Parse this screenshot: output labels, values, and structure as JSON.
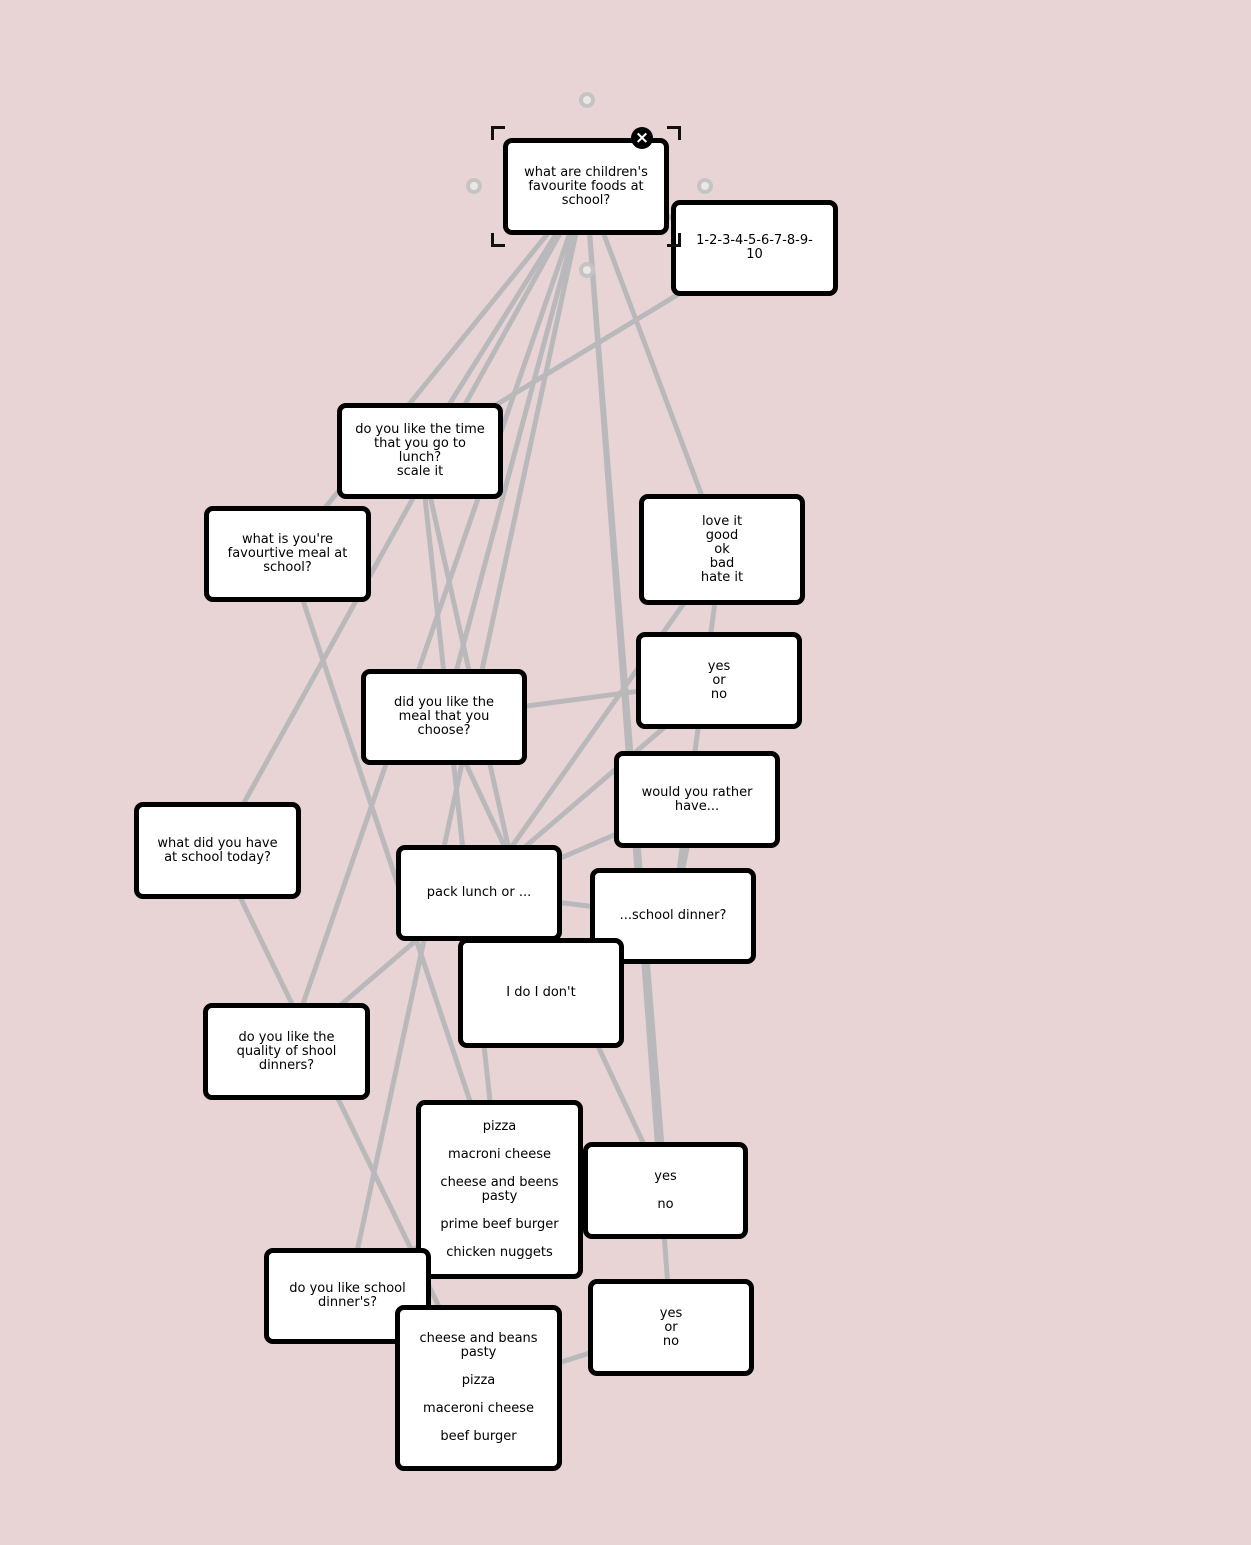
{
  "colors": {
    "background": "#e9d4d5",
    "edge": "#b9b9bc",
    "node_border": "#000000",
    "node_fill": "#ffffff",
    "handle": "#c4c4c4"
  },
  "nodes": [
    {
      "id": "root",
      "lines": [
        "what are children's favourite foods at school?"
      ],
      "selected": true
    },
    {
      "id": "scale10",
      "lines": [
        "1-2-3-4-5-6-7-8-9-10"
      ]
    },
    {
      "id": "time",
      "lines": [
        "do you like the time that you go to lunch?",
        "scale it"
      ]
    },
    {
      "id": "favmeal",
      "lines": [
        "what is you're favourtive meal at school?"
      ]
    },
    {
      "id": "loveit",
      "lines": [
        "love it",
        "good",
        "ok",
        "bad",
        "hate it"
      ]
    },
    {
      "id": "yesorno1",
      "lines": [
        "yes",
        "or",
        "no"
      ]
    },
    {
      "id": "didlike",
      "lines": [
        "did you like the meal that you choose?"
      ]
    },
    {
      "id": "rather",
      "lines": [
        "would you rather have..."
      ]
    },
    {
      "id": "today",
      "lines": [
        "what did you have at school today?"
      ]
    },
    {
      "id": "pack",
      "lines": [
        "pack lunch or ..."
      ]
    },
    {
      "id": "schooldinner",
      "lines": [
        "...school dinner?"
      ]
    },
    {
      "id": "idoidont",
      "lines": [
        "I do I don't"
      ]
    },
    {
      "id": "quality",
      "lines": [
        "do you like the quality of shool dinners?"
      ]
    },
    {
      "id": "foods1",
      "lines": [
        "pizza",
        "",
        "macroni cheese",
        "",
        "cheese and beens pasty",
        "",
        "prime beef burger",
        "",
        "chicken nuggets"
      ]
    },
    {
      "id": "yesno2",
      "lines": [
        "yes",
        "",
        "no"
      ]
    },
    {
      "id": "likedinners",
      "lines": [
        "do you like school dinner's?"
      ]
    },
    {
      "id": "foods2",
      "lines": [
        "cheese and beans pasty",
        "",
        "pizza",
        "",
        "maceroni cheese",
        "",
        "beef burger"
      ]
    },
    {
      "id": "yesorno3",
      "lines": [
        "yes",
        "or",
        "no"
      ]
    }
  ],
  "edges": [
    [
      "root",
      "scale10"
    ],
    [
      "root",
      "time"
    ],
    [
      "root",
      "favmeal"
    ],
    [
      "root",
      "today"
    ],
    [
      "root",
      "didlike"
    ],
    [
      "root",
      "quality"
    ],
    [
      "root",
      "likedinners"
    ],
    [
      "root",
      "loveit"
    ],
    [
      "root",
      "yesno2"
    ],
    [
      "root",
      "yesorno3"
    ],
    [
      "scale10",
      "time"
    ],
    [
      "time",
      "foods1"
    ],
    [
      "time",
      "idoidont"
    ],
    [
      "favmeal",
      "foods1"
    ],
    [
      "loveit",
      "pack"
    ],
    [
      "loveit",
      "schooldinner"
    ],
    [
      "yesorno1",
      "didlike"
    ],
    [
      "yesorno1",
      "quality"
    ],
    [
      "rather",
      "pack"
    ],
    [
      "rather",
      "schooldinner"
    ],
    [
      "today",
      "foods2"
    ],
    [
      "didlike",
      "yesno2"
    ],
    [
      "pack",
      "schooldinner"
    ],
    [
      "foods2",
      "yesorno3"
    ],
    [
      "likedinners",
      "foods1"
    ]
  ],
  "icons": {
    "close": "close-icon",
    "connect": "connect-handle-icon"
  }
}
